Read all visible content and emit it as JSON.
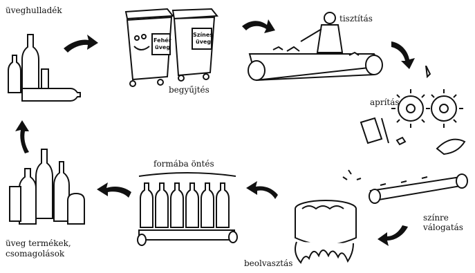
{
  "labels": {
    "uveghulladek": "üveghulladék",
    "begyujtes": "begyűjtés",
    "tisztitas": "tisztítás",
    "aprites": "aprítás",
    "szinre_line1": "színre",
    "szinre_line2": "válogatás",
    "beolvasztas": "beolvasztás",
    "formaba_ontes": "formába öntés",
    "termekek_line1": "üveg termékek,",
    "termekek_line2": "csomagolások"
  },
  "bins": {
    "left_line1": "Fehér",
    "left_line2": "üveg",
    "right_line1": "Színes",
    "right_line2": "üveg"
  }
}
